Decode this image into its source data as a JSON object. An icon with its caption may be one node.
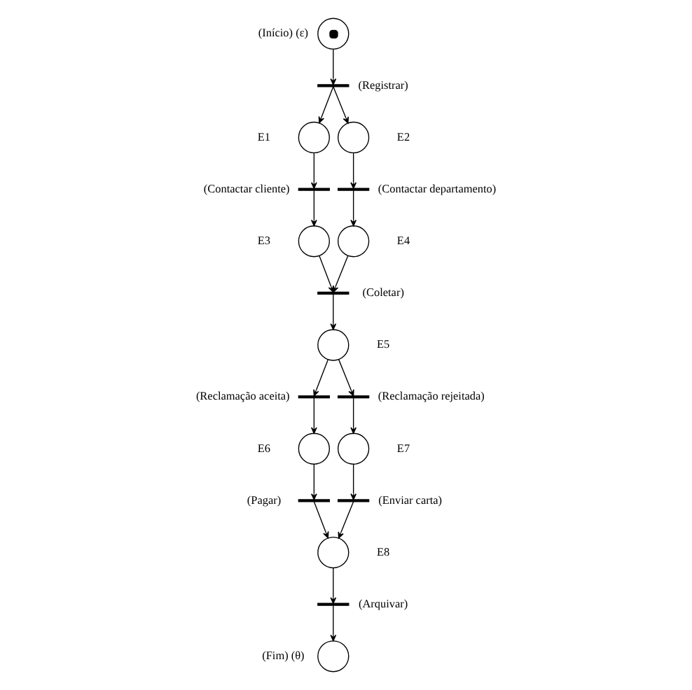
{
  "diagram": {
    "nodes": [
      {
        "text": [],
        "shape": "circle",
        "beside": [
          "(Início)",
          "(ε)"
        ]
      },
      {
        "text": [],
        "shape": "bar",
        "beside": [
          "(Registrar)"
        ]
      },
      {
        "text": [],
        "shape": "circle",
        "beside": [
          "E1"
        ]
      },
      {
        "text": [],
        "shape": "circle",
        "beside": [
          "E2"
        ]
      },
      {
        "text": [],
        "shape": "bar",
        "beside": [
          "(Contactar cliente)"
        ]
      },
      {
        "text": [],
        "shape": "bar",
        "beside": [
          "(Contactar departamento)"
        ]
      },
      {
        "text": [],
        "shape": "circle",
        "beside": [
          "E3"
        ]
      },
      {
        "text": [],
        "shape": "circle",
        "beside": [
          "E4"
        ]
      },
      {
        "text": [],
        "shape": "bar",
        "beside": [
          "(Coletar)"
        ]
      },
      {
        "text": [],
        "shape": "circle",
        "beside": [
          "E5"
        ]
      },
      {
        "text": [],
        "shape": "bar",
        "beside": [
          "(Reclamação aceita)"
        ]
      },
      {
        "text": [],
        "shape": "bar",
        "beside": [
          "(Reclamação rejeitada)"
        ]
      },
      {
        "text": [],
        "shape": "circle",
        "beside": [
          "E6"
        ]
      },
      {
        "text": [],
        "shape": "circle",
        "beside": [
          "E7"
        ]
      },
      {
        "text": [],
        "shape": "bar",
        "beside": [
          "(Pagar)"
        ]
      },
      {
        "text": [],
        "shape": "bar",
        "beside": [
          "(Enviar carta)"
        ]
      },
      {
        "text": [],
        "shape": "circle",
        "beside": [
          "E8"
        ]
      },
      {
        "text": [],
        "shape": "bar",
        "beside": [
          "(Arquivar)"
        ]
      },
      {
        "text": [],
        "shape": "circle",
        "beside": [
          "(Fim)",
          "(θ)"
        ]
      }
    ],
    "edges": [
      {
        "from": 0,
        "to": 1,
        "arrow": "to"
      },
      {
        "from": 1,
        "to": 2,
        "arrow": "to"
      },
      {
        "from": 1,
        "to": 3,
        "arrow": "to"
      },
      {
        "from": 2,
        "to": 4,
        "arrow": "to"
      },
      {
        "from": 4,
        "to": 6,
        "arrow": "to"
      },
      {
        "from": 3,
        "to": 5,
        "arrow": "to"
      },
      {
        "from": 5,
        "to": 7,
        "arrow": "to"
      },
      {
        "from": 6,
        "to": 8,
        "arrow": "to"
      },
      {
        "from": 7,
        "to": 8,
        "arrow": "to"
      },
      {
        "from": 8,
        "to": 9,
        "arrow": "to"
      },
      {
        "from": 9,
        "to": 10,
        "arrow": "to"
      },
      {
        "from": 9,
        "to": 11,
        "arrow": "to"
      },
      {
        "from": 10,
        "to": 12,
        "arrow": "to"
      },
      {
        "from": 11,
        "to": 13,
        "arrow": "to"
      },
      {
        "from": 12,
        "to": 14,
        "arrow": "to"
      },
      {
        "from": 13,
        "to": 15,
        "arrow": "to"
      },
      {
        "from": 14,
        "to": 16,
        "arrow": "to"
      },
      {
        "from": 15,
        "to": 16,
        "arrow": "to"
      },
      {
        "from": 16,
        "to": 17,
        "arrow": "to"
      },
      {
        "from": 17,
        "to": 18,
        "arrow": "to"
      }
    ]
  }
}
